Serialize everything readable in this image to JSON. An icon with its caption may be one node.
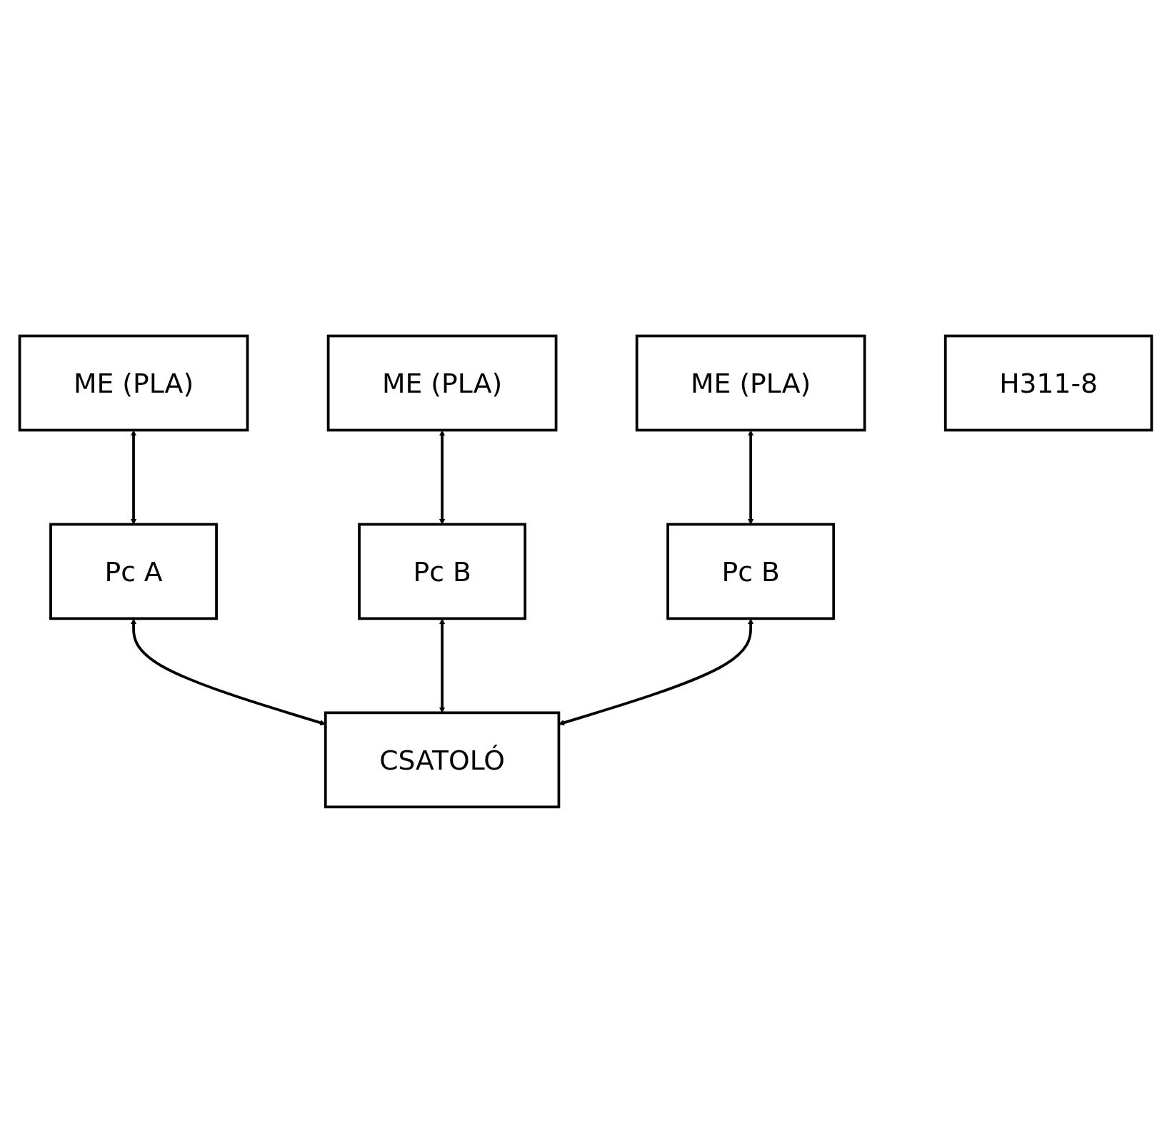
{
  "diagram": {
    "nodes": [
      {
        "text": [
          "ME (PLA)"
        ]
      },
      {
        "text": [
          "ME (PLA)"
        ]
      },
      {
        "text": [
          "ME (PLA)"
        ]
      },
      {
        "text": [
          "Pc A"
        ]
      },
      {
        "text": [
          "Pc B"
        ]
      },
      {
        "text": [
          "Pc B"
        ]
      },
      {
        "text": [
          "CSATOLÓ"
        ]
      },
      {
        "text": [
          "H311-8"
        ]
      }
    ],
    "edges": [
      {
        "from": 0,
        "to": 3,
        "arrow": "both"
      },
      {
        "from": 1,
        "to": 4,
        "arrow": "both"
      },
      {
        "from": 2,
        "to": 5,
        "arrow": "both"
      },
      {
        "from": 3,
        "to": 6,
        "arrow": "both"
      },
      {
        "from": 4,
        "to": 6,
        "arrow": "both"
      },
      {
        "from": 5,
        "to": 6,
        "arrow": "both"
      }
    ]
  }
}
